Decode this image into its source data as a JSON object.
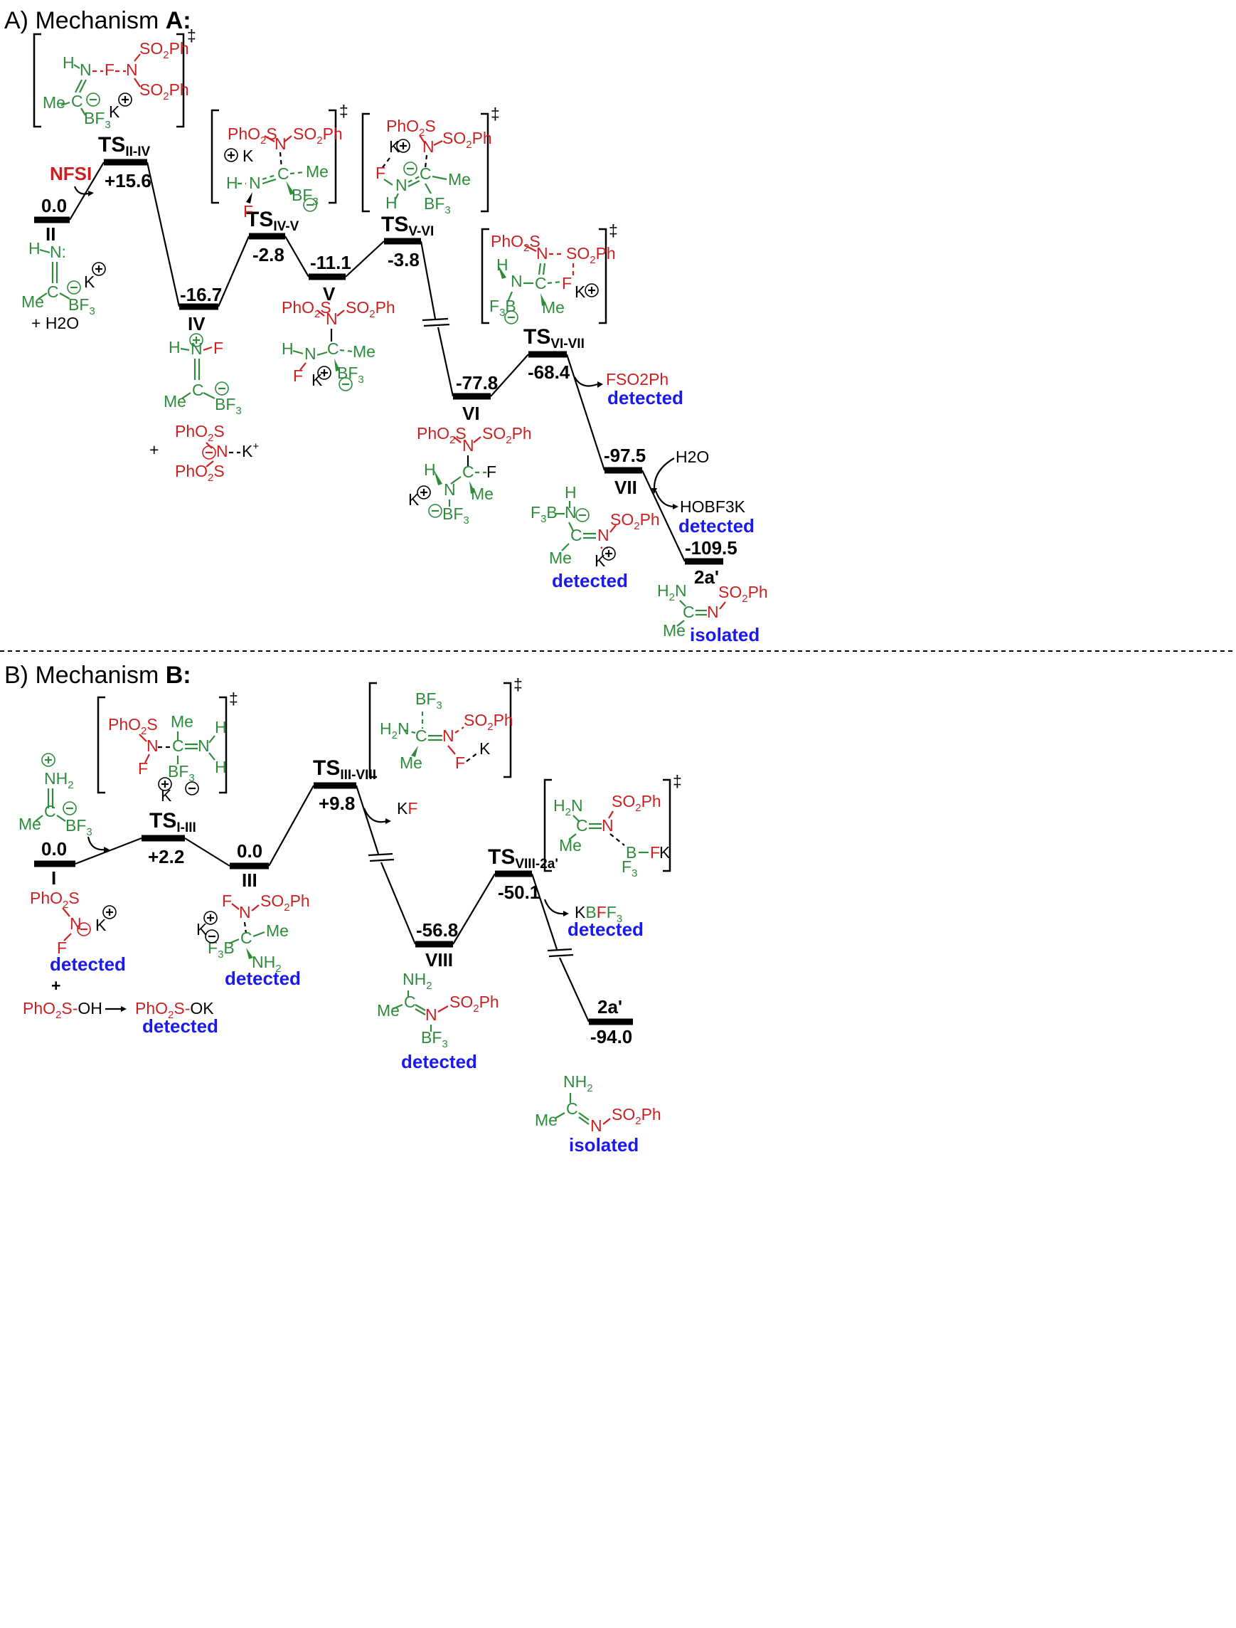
{
  "sectionA": {
    "title_prefix": "A) Mechanism ",
    "title_bold": "A:",
    "reagent": "NFSI",
    "water": "+ H2O",
    "levels": [
      {
        "label": "II",
        "energy": "0.0"
      },
      {
        "label": "TS",
        "sub": "II-IV",
        "energy": "+15.6"
      },
      {
        "label": "IV",
        "energy": "-16.7"
      },
      {
        "label": "TS",
        "sub": "IV-V",
        "energy": "-2.8"
      },
      {
        "label": "V",
        "energy": "-11.1"
      },
      {
        "label": "TS",
        "sub": "V-VI",
        "energy": "-3.8"
      },
      {
        "label": "VI",
        "energy": "-77.8"
      },
      {
        "label": "TS",
        "sub": "VI-VII",
        "energy": "-68.4"
      },
      {
        "label": "VII",
        "energy": "-97.5"
      },
      {
        "label": "2a'",
        "energy": "-109.5"
      }
    ],
    "byproducts": {
      "fso2ph": "FSO2Ph",
      "h2o": "H2O",
      "hobf3k": "HOBF3K"
    },
    "statuses": {
      "detected": "detected",
      "isolated": "isolated"
    }
  },
  "sectionB": {
    "title_prefix": "B) Mechanism ",
    "title_bold": "B:",
    "levels": [
      {
        "label": "I",
        "energy": "0.0"
      },
      {
        "label": "TS",
        "sub": "I-III",
        "energy": "+2.2"
      },
      {
        "label": "III",
        "energy": "0.0"
      },
      {
        "label": "TS",
        "sub": "III-VIII",
        "energy": "+9.8"
      },
      {
        "label": "VIII",
        "energy": "-56.8"
      },
      {
        "label": "TS",
        "sub": "VIII-2a'",
        "energy": "-50.1"
      },
      {
        "label": "2a'",
        "energy": "-94.0"
      }
    ],
    "byproducts": {
      "kf": "KF",
      "kbff3": "KBFF3",
      "acid": "PhO2S-OH",
      "salt": "PhO2S-OK",
      "plus": "+"
    },
    "statuses": {
      "detected": "detected",
      "isolated": "isolated"
    }
  },
  "dagger": "‡",
  "colors": {
    "green": "#2e8b3c",
    "red": "#cc1f1f",
    "blue": "#1a1aee",
    "black": "#000000"
  }
}
